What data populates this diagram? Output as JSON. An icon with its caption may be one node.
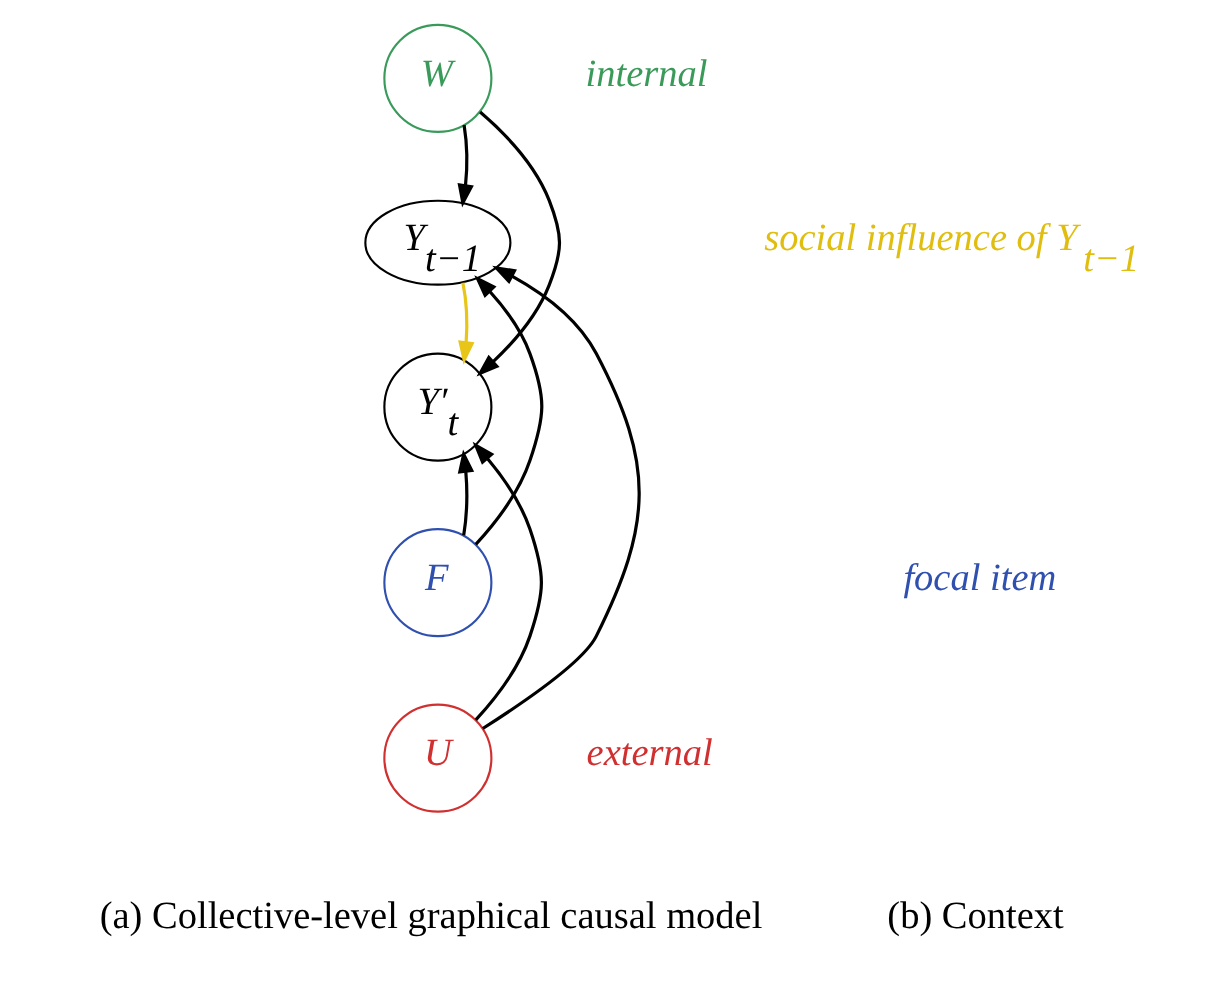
{
  "diagram": {
    "nodes": [
      {
        "text": [
          "W"
        ]
      },
      {
        "text": [
          "Y$_{t−1}$"
        ]
      },
      {
        "text": [
          "Y′$_{t}$"
        ]
      },
      {
        "text": [
          "F"
        ]
      },
      {
        "text": [
          "U"
        ]
      }
    ],
    "edges": [
      {
        "from": 0,
        "to": 1,
        "arrow": "to"
      },
      {
        "from": 0,
        "to": 2,
        "arrow": "to"
      },
      {
        "from": 1,
        "to": 2,
        "arrow": "to",
        "color": "#e8c619"
      },
      {
        "from": 3,
        "to": 2,
        "arrow": "to"
      },
      {
        "from": 3,
        "to": 1,
        "arrow": "to"
      },
      {
        "from": 4,
        "to": 2,
        "arrow": "to"
      },
      {
        "from": 4,
        "to": 1,
        "arrow": "to"
      }
    ],
    "labels": [
      "internal",
      "social influence of Y$_{t−1}$",
      "focal item",
      "external",
      "(a) Collective-level graphical causal model",
      "(b) Context"
    ]
  }
}
